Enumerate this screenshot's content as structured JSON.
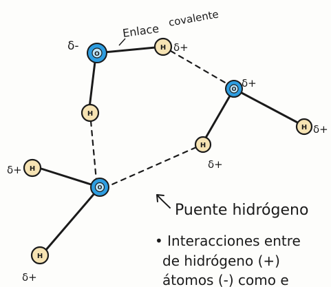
{
  "colors": {
    "oxygen_fill": "#2e9de0",
    "oxygen_inner": "#bfe6fb",
    "hydrogen_fill": "#f6e3b3",
    "ink": "#1a1a1a"
  },
  "atoms": {
    "oxygen_symbol": "O",
    "hydrogen_symbol": "H"
  },
  "labels": {
    "delta_minus": "δ-",
    "delta_plus_1": "δ+",
    "delta_plus_2": "δ+",
    "delta_plus_3": "δ+",
    "delta_plus_4": "δ+",
    "delta_plus_5": "δ+",
    "delta_plus_6": "δ+",
    "covalent_bond_1": "Enlace",
    "covalent_bond_2": "covalente",
    "hydrogen_bridge": "Puente hidrógeno",
    "note_line_1": "• Interacciones entre",
    "note_line_2": "de hidrógeno (+)",
    "note_line_3": "átomos (-) como e"
  }
}
